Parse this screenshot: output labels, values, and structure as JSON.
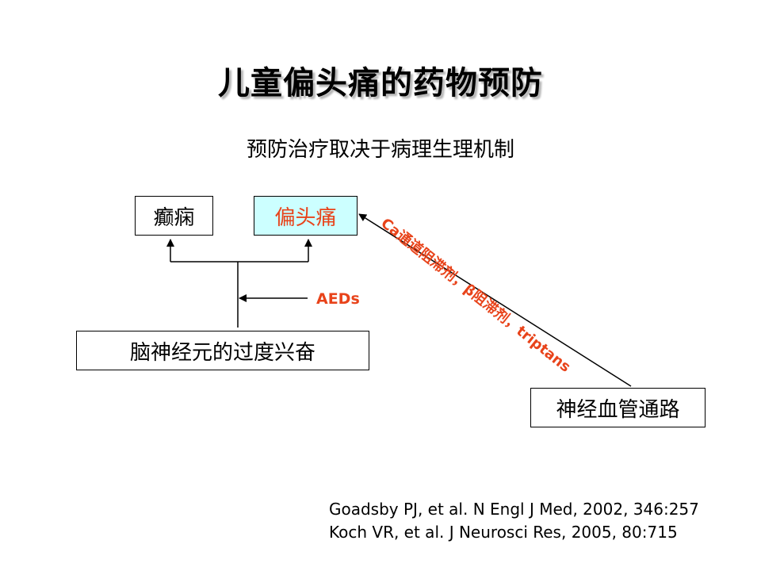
{
  "title": "儿童偏头痛的药物预防",
  "subtitle": "预防治疗取决于病理生理机制",
  "nodes": {
    "epilepsy": "癫痫",
    "migraine": "偏头痛",
    "neuron_hyperexcitability": "脑神经元的过度兴奋",
    "neurovascular_pathway": "神经血管通路"
  },
  "edges": {
    "aeds_label": "AEDs",
    "neurovascular_label": "Ca通道阻滞剂，β阻滞剂，triptans"
  },
  "colors": {
    "accent": "#e8431a",
    "migraine_box_fill": "#ccffff"
  },
  "references": [
    "Goadsby  PJ, et al. N Engl J Med, 2002, 346:257",
    "Koch VR, et al. J Neurosci Res, 2005, 80:715"
  ]
}
